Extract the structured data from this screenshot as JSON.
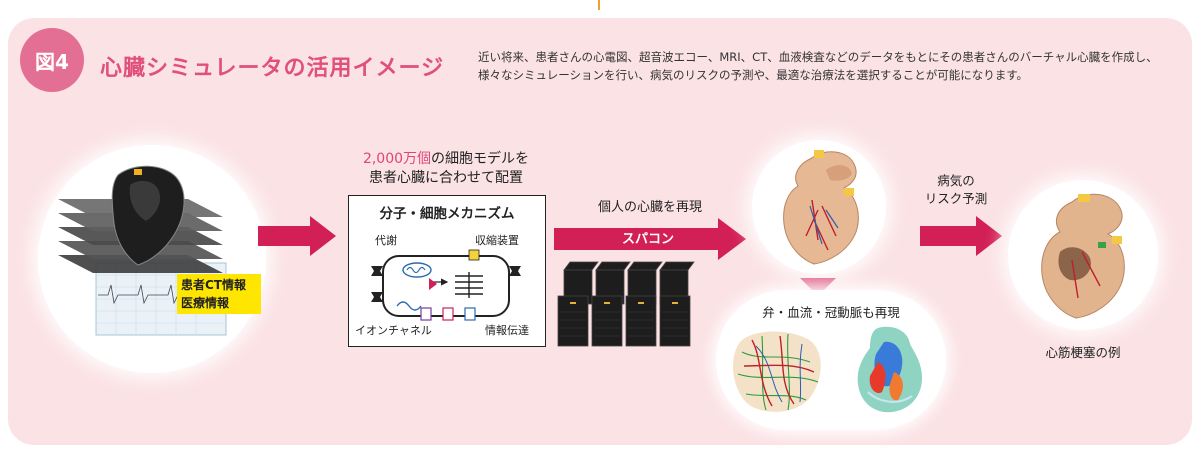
{
  "figure_label": "図4",
  "title": "心臓シミュレータの活用イメージ",
  "description": "近い将来、患者さんの心電図、超音波エコー、MRI、CT、血液検査などのデータをもとにその患者さんのバーチャル心臓を作成し、様々なシミュレーションを行い、病気のリスクの予測や、最適な治療法を選択することが可能になります。",
  "patient": {
    "label_line1": "患者CT情報",
    "label_line2": "医療情報"
  },
  "cell_model": {
    "heading_highlight": "2,000万個",
    "heading_rest": "の細胞モデルを",
    "heading_line2": "患者心臓に合わせて配置",
    "box_title": "分子・細胞メカニズム",
    "metabolism": "代謝",
    "contraction": "収縮装置",
    "ion_channel": "イオンチャネル",
    "signaling": "情報伝達"
  },
  "supercomputer": {
    "above_label": "個人の心臓を再現",
    "arrow_label": "スパコン"
  },
  "detail": {
    "label": "弁・血流・冠動脈も再現"
  },
  "risk": {
    "line1": "病気の",
    "line2": "リスク予測"
  },
  "example": {
    "label": "心筋梗塞の例"
  },
  "colors": {
    "panel_bg": "#fbe2e5",
    "accent_pink": "#e36f94",
    "arrow_crimson": "#d21f55",
    "highlight_yellow": "#ffe600"
  }
}
